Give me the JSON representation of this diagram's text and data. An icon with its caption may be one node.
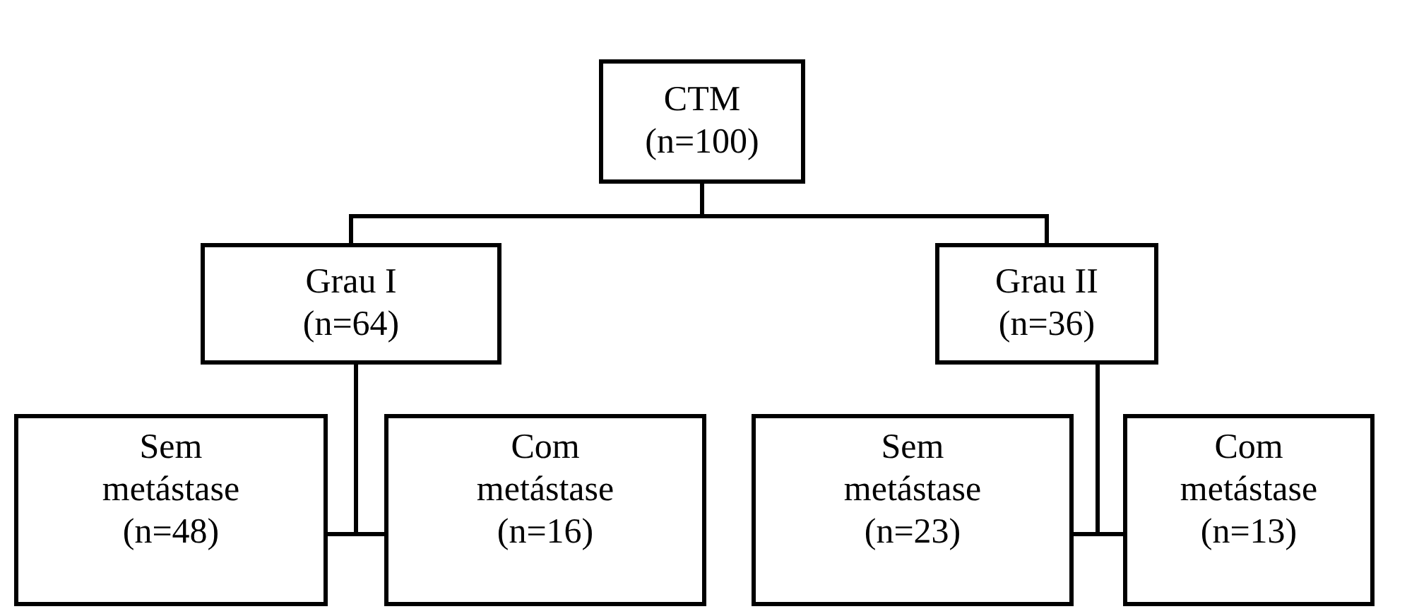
{
  "diagram": {
    "nodes": [
      {
        "text": [
          "CTM",
          "(n=100)"
        ]
      },
      {
        "text": [
          "Grau I",
          "(n=64)"
        ]
      },
      {
        "text": [
          "Grau II",
          "(n=36)"
        ]
      },
      {
        "text": [
          "Sem metástase",
          "(n=48)"
        ]
      },
      {
        "text": [
          "Com metástase",
          "(n=16)"
        ]
      },
      {
        "text": [
          "Sem metástase",
          "(n=23)"
        ]
      },
      {
        "text": [
          "Com metástase",
          "(n=13)"
        ]
      }
    ],
    "edges": [
      {
        "from": 0,
        "to": 1,
        "arrow": "none"
      },
      {
        "from": 0,
        "to": 2,
        "arrow": "none"
      },
      {
        "from": 1,
        "to": 3,
        "arrow": "none"
      },
      {
        "from": 1,
        "to": 4,
        "arrow": "none"
      },
      {
        "from": 2,
        "to": 5,
        "arrow": "none"
      },
      {
        "from": 2,
        "to": 6,
        "arrow": "none"
      }
    ]
  }
}
